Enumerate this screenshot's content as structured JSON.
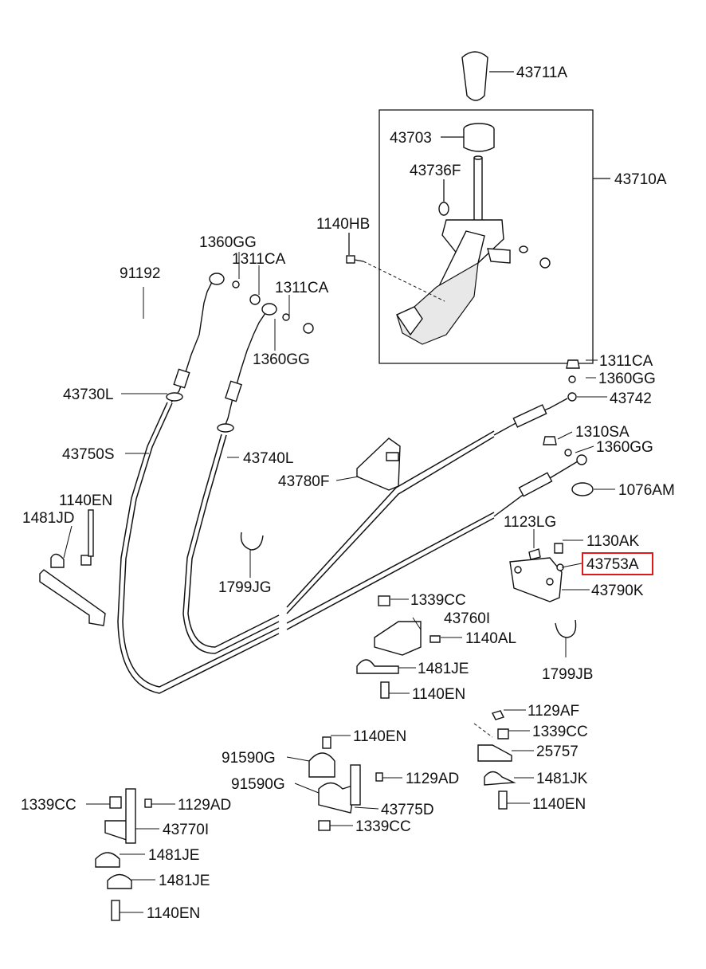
{
  "diagram": {
    "highlight_part": "43753A",
    "highlight_color": "#e0191a",
    "labels": {
      "p43711A": "43711A",
      "p43703": "43703",
      "p43736F": "43736F",
      "p43710A": "43710A",
      "p1140HB": "1140HB",
      "p1360GG_a": "1360GG",
      "p1311CA_a": "1311CA",
      "p91192": "91192",
      "p1311CA_b": "1311CA",
      "p1360GG_b": "1360GG",
      "p1311CA_c": "1311CA",
      "p1360GG_c": "1360GG",
      "p43742": "43742",
      "p43730L": "43730L",
      "p1310SA": "1310SA",
      "p1360GG_d": "1360GG",
      "p43750S": "43750S",
      "p43740L": "43740L",
      "p43780F": "43780F",
      "p1076AM": "1076AM",
      "p1140EN_a": "1140EN",
      "p1481JD": "1481JD",
      "p1123LG": "1123LG",
      "p1130AK": "1130AK",
      "p43753A": "43753A",
      "p43790K": "43790K",
      "p1799JG": "1799JG",
      "p1339CC_a": "1339CC",
      "p43760I": "43760I",
      "p1140AL": "1140AL",
      "p1481JE_a": "1481JE",
      "p1799JB": "1799JB",
      "p1140EN_b": "1140EN",
      "p1129AF": "1129AF",
      "p1140EN_c": "1140EN",
      "p1339CC_b": "1339CC",
      "p25757": "25757",
      "p91590G_a": "91590G",
      "p1129AD_a": "1129AD",
      "p1481JK": "1481JK",
      "p91590G_b": "91590G",
      "p43775D": "43775D",
      "p1140EN_d": "1140EN",
      "p1339CC_c": "1339CC",
      "p1129AD_b": "1129AD",
      "p1339CC_d": "1339CC",
      "p43770I": "43770I",
      "p1481JE_b": "1481JE",
      "p1481JE_c": "1481JE",
      "p1140EN_e": "1140EN"
    }
  }
}
